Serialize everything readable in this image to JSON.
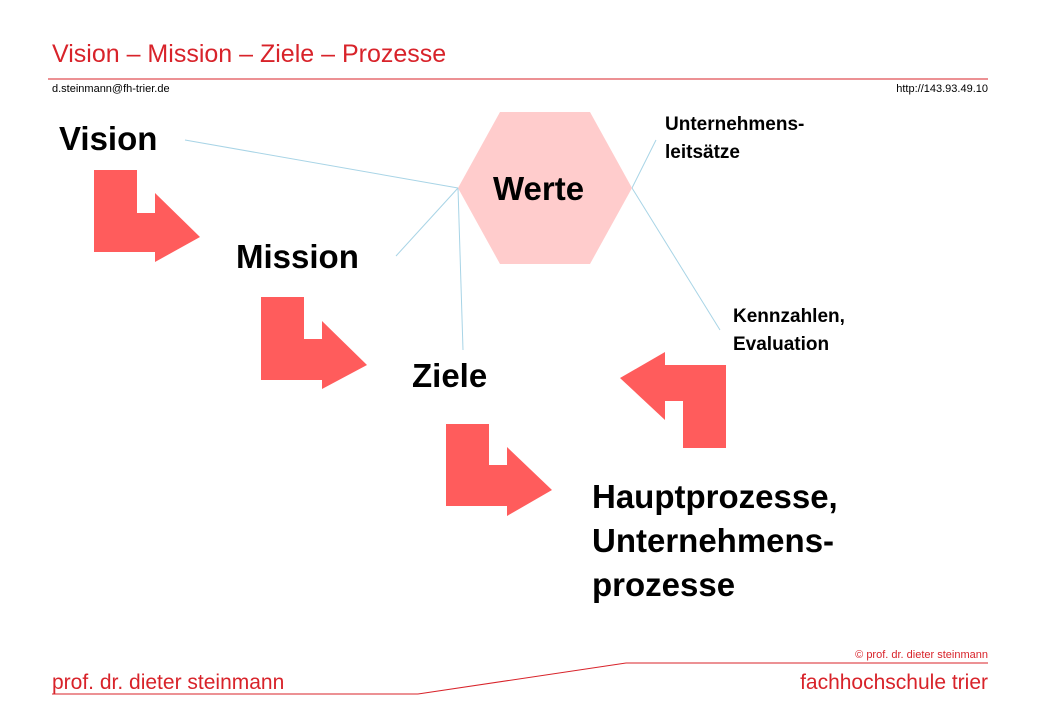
{
  "header": {
    "title": "Vision – Mission – Ziele – Prozesse",
    "email": "d.steinmann@fh-trier.de",
    "url": "http://143.93.49.10"
  },
  "diagram": {
    "vision": "Vision",
    "mission": "Mission",
    "ziele": "Ziele",
    "prozesse_line1": "Hauptprozesse,",
    "prozesse_line2": "Unternehmens-",
    "prozesse_line3": "prozesse",
    "werte": "Werte",
    "leitsaetze_line1": "Unternehmens-",
    "leitsaetze_line2": "leitsätze",
    "kennzahlen_line1": "Kennzahlen,",
    "kennzahlen_line2": "Evaluation"
  },
  "footer": {
    "copyright": "© prof. dr. dieter steinmann",
    "author": "prof. dr. dieter steinmann",
    "school": "fachhochschule trier"
  },
  "colors": {
    "accent": "#d8232a",
    "arrow": "#ff5c5c",
    "hexagon": "#ffcccc",
    "connector": "#a8d4e6"
  }
}
